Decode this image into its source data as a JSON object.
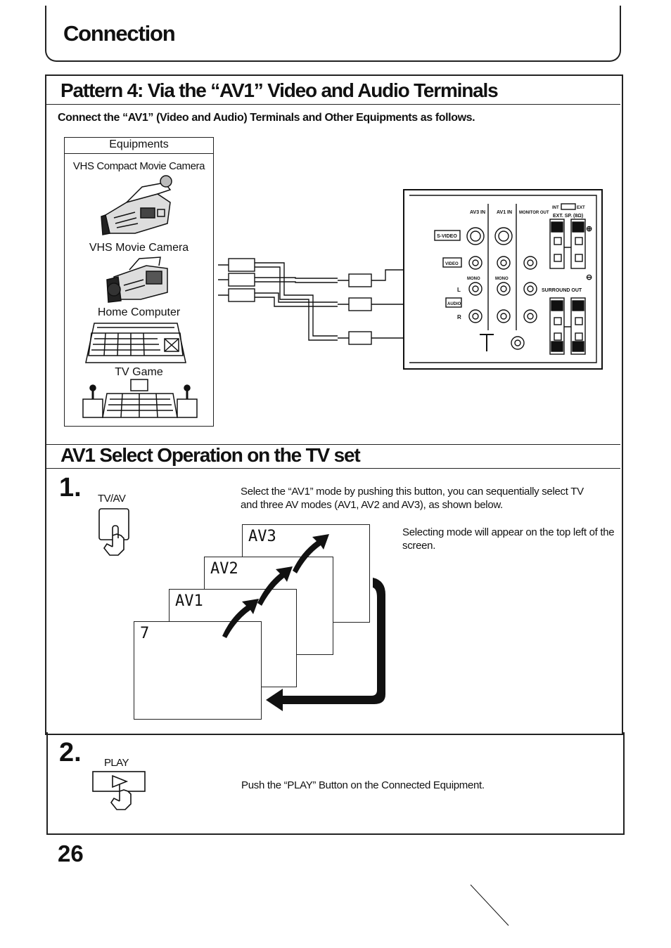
{
  "header": {
    "title": "Connection"
  },
  "pattern": {
    "title": "Pattern 4: Via the “AV1” Video and Audio Terminals",
    "intro": "Connect the “AV1” (Video and Audio) Terminals and Other Equipments as follows."
  },
  "equipment": {
    "heading": "Equipments",
    "items": [
      "VHS Compact Movie Camera",
      "VHS Movie Camera",
      "Home Computer",
      "TV Game"
    ]
  },
  "panel": {
    "top_labels": [
      "AV3 IN",
      "AV1 IN",
      "MONITOR OUT",
      "EXT. SP. (8Ω)"
    ],
    "switch_labels": [
      "INT",
      "EXT"
    ],
    "jack_labels": [
      "S-VIDEO",
      "VIDEO",
      "AUDIO",
      "MONO",
      "MONO",
      "SURROUND OUT"
    ],
    "side_labels": [
      "L",
      "R"
    ],
    "polarity": [
      "⊕",
      "⊖"
    ]
  },
  "select_section": {
    "title": "AV1 Select Operation on the TV set",
    "step1": {
      "number": "1.",
      "button_label": "TV/AV",
      "text": "Select the “AV1” mode by pushing this button, you can sequentially select TV and three AV modes (AV1, AV2 and AV3), as shown below.",
      "note": "Selecting mode will appear on the top left of the screen.",
      "screens": [
        "7",
        "AV1",
        "AV2",
        "AV3"
      ]
    },
    "step2": {
      "number": "2.",
      "button_label": "PLAY",
      "text": "Push the “PLAY” Button on the Connected Equipment."
    }
  },
  "page_number": "26"
}
